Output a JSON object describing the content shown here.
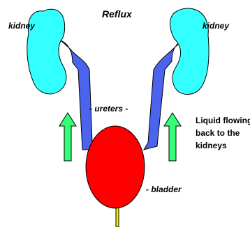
{
  "diagram": {
    "title": "Reflux",
    "labels": {
      "kidney_left": "kidney",
      "kidney_right": "kidney",
      "ureters": "- ureters -",
      "bladder": "- bladder"
    },
    "note_lines": [
      "Liquid flowing",
      "back to the",
      "kidneys"
    ],
    "colors": {
      "kidney": "#33ffff",
      "ureter": "#4a64ee",
      "bladder": "#ff0000",
      "arrow": "#33ff77",
      "urethra": "#f2f200",
      "outline": "#000000"
    }
  }
}
